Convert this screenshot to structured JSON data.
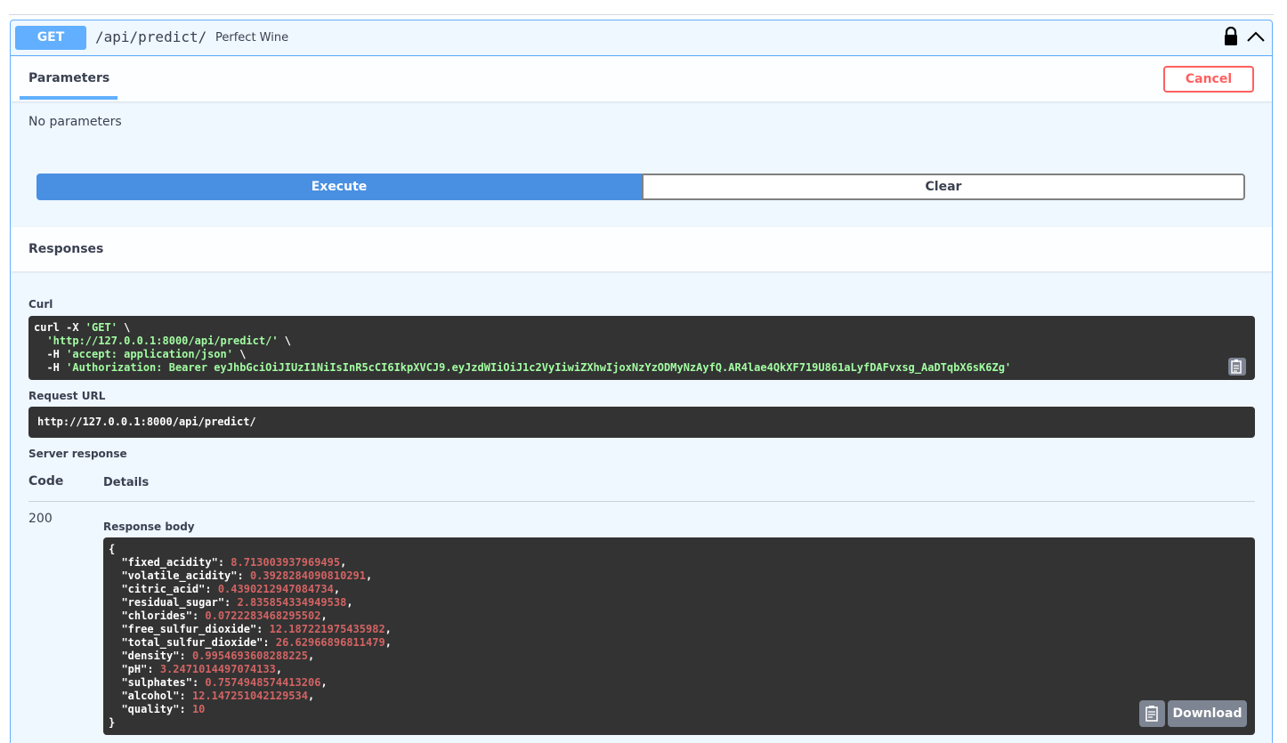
{
  "operation": {
    "method": "GET",
    "path": "/api/predict/",
    "summary": "Perfect Wine"
  },
  "parameters": {
    "tab_label": "Parameters",
    "cancel_label": "Cancel",
    "empty_text": "No parameters"
  },
  "actions": {
    "execute_label": "Execute",
    "clear_label": "Clear"
  },
  "responses": {
    "title": "Responses",
    "curl_label": "Curl",
    "curl_lines": [
      {
        "pre": "curl -X ",
        "str": "'GET'",
        "post": " \\"
      },
      {
        "pre": "  ",
        "str": "'http://127.0.0.1:8000/api/predict/'",
        "post": " \\"
      },
      {
        "pre": "  -H ",
        "str": "'accept: application/json'",
        "post": " \\"
      },
      {
        "pre": "  -H ",
        "str": "'Authorization: Bearer eyJhbGciOiJIUzI1NiIsInR5cCI6IkpXVCJ9.eyJzdWIiOiJ1c2VyIiwiZXhwIjoxNzYzODMyNzAyfQ.AR4lae4QkXF719U861aLyfDAFvxsg_AaDTqbX6sK6Zg'",
        "post": ""
      }
    ],
    "request_url_label": "Request URL",
    "request_url": "http://127.0.0.1:8000/api/predict/",
    "server_response_label": "Server response",
    "code_header": "Code",
    "details_header": "Details",
    "status_code": "200",
    "response_body_label": "Response body",
    "download_label": "Download",
    "body_open": "{",
    "body_close": "}",
    "body": [
      {
        "key": "\"fixed_acidity\"",
        "value": "8.713003937969495",
        "comma": ","
      },
      {
        "key": "\"volatile_acidity\"",
        "value": "0.3928284090810291",
        "comma": ","
      },
      {
        "key": "\"citric_acid\"",
        "value": "0.4390212947084734",
        "comma": ","
      },
      {
        "key": "\"residual_sugar\"",
        "value": "2.835854334949538",
        "comma": ","
      },
      {
        "key": "\"chlorides\"",
        "value": "0.0722283468295502",
        "comma": ","
      },
      {
        "key": "\"free_sulfur_dioxide\"",
        "value": "12.187221975435982",
        "comma": ","
      },
      {
        "key": "\"total_sulfur_dioxide\"",
        "value": "26.62966896811479",
        "comma": ","
      },
      {
        "key": "\"density\"",
        "value": "0.9954693608288225",
        "comma": ","
      },
      {
        "key": "\"pH\"",
        "value": "3.2471014497074133",
        "comma": ","
      },
      {
        "key": "\"sulphates\"",
        "value": "0.7574948574413206",
        "comma": ","
      },
      {
        "key": "\"alcohol\"",
        "value": "12.147251042129534",
        "comma": ","
      },
      {
        "key": "\"quality\"",
        "value": "10",
        "comma": ""
      }
    ]
  },
  "icons": {
    "lock": "lock-icon",
    "collapse": "chevron-up-icon",
    "copy": "copy-icon"
  },
  "colors": {
    "get_accent": "#61affe",
    "execute": "#4990e2",
    "cancel": "#ff6060",
    "code_bg": "#333333",
    "string": "#a2fca2",
    "number": "#d36363"
  }
}
